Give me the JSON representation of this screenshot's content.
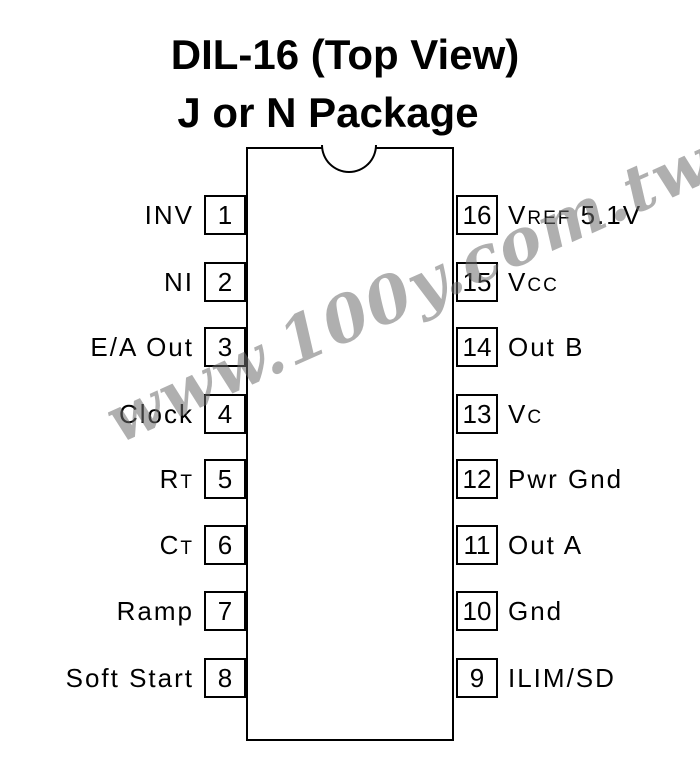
{
  "title": {
    "line1": "DIL-16 (Top View)",
    "line2": "J or N Package"
  },
  "pins_left": [
    {
      "num": "1",
      "label": "INV"
    },
    {
      "num": "2",
      "label": "NI"
    },
    {
      "num": "3",
      "label": "E/A  Out"
    },
    {
      "num": "4",
      "label": "Clock"
    },
    {
      "num": "5",
      "label": "R",
      "label_sub": "T"
    },
    {
      "num": "6",
      "label": "C",
      "label_sub": "T"
    },
    {
      "num": "7",
      "label": "Ramp"
    },
    {
      "num": "8",
      "label": "Soft  Start"
    }
  ],
  "pins_right": [
    {
      "num": "16",
      "label": "V",
      "label_sub": "REF",
      "label_suffix": " 5.1V"
    },
    {
      "num": "15",
      "label": "V",
      "label_sub": "CC"
    },
    {
      "num": "14",
      "label": "Out  B"
    },
    {
      "num": "13",
      "label": "V",
      "label_sub": "C"
    },
    {
      "num": "12",
      "label": "Pwr  Gnd"
    },
    {
      "num": "11",
      "label": "Out  A"
    },
    {
      "num": "10",
      "label": "Gnd"
    },
    {
      "num": "9",
      "label": "ILIM/SD"
    }
  ],
  "watermark": "www.100y.com.tw"
}
